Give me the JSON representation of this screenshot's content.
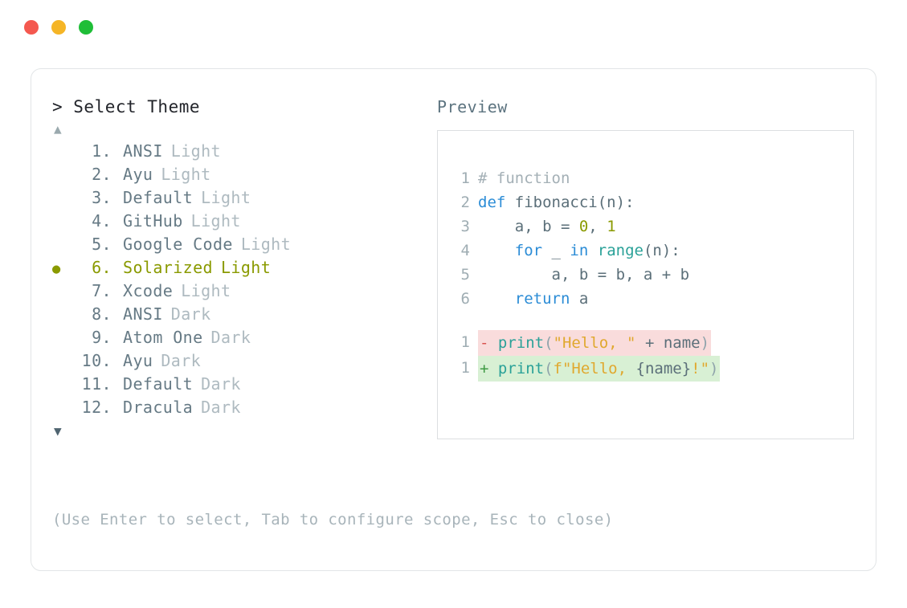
{
  "window": {
    "traffic_lights": [
      {
        "name": "close-button",
        "color": "#f4584f"
      },
      {
        "name": "minimize-button",
        "color": "#f5b526"
      },
      {
        "name": "maximize-button",
        "color": "#1fbe37"
      }
    ]
  },
  "chooser": {
    "prompt": "> Select Theme",
    "scroll_up_glyph": "▲",
    "scroll_down_glyph": "▼",
    "selected_index": 6,
    "selected_bullet": "●",
    "accent_color": "#8a9a00",
    "items": [
      {
        "index": "1.",
        "name": "ANSI",
        "variant": "Light",
        "selected": false
      },
      {
        "index": "2.",
        "name": "Ayu",
        "variant": "Light",
        "selected": false
      },
      {
        "index": "3.",
        "name": "Default",
        "variant": "Light",
        "selected": false
      },
      {
        "index": "4.",
        "name": "GitHub",
        "variant": "Light",
        "selected": false
      },
      {
        "index": "5.",
        "name": "Google Code",
        "variant": "Light",
        "selected": false
      },
      {
        "index": "6.",
        "name": "Solarized",
        "variant": "Light",
        "selected": true
      },
      {
        "index": "7.",
        "name": "Xcode",
        "variant": "Light",
        "selected": false
      },
      {
        "index": "8.",
        "name": "ANSI",
        "variant": "Dark",
        "selected": false
      },
      {
        "index": "9.",
        "name": "Atom One",
        "variant": "Dark",
        "selected": false
      },
      {
        "index": "10.",
        "name": "Ayu",
        "variant": "Dark",
        "selected": false
      },
      {
        "index": "11.",
        "name": "Default",
        "variant": "Dark",
        "selected": false
      },
      {
        "index": "12.",
        "name": "Dracula",
        "variant": "Dark",
        "selected": false
      }
    ]
  },
  "preview": {
    "label": "Preview",
    "code_lines": [
      {
        "no": "1",
        "tokens": [
          {
            "t": "# function",
            "c": "comment"
          }
        ]
      },
      {
        "no": "2",
        "tokens": [
          {
            "t": "def",
            "c": "kw"
          },
          {
            "t": " fibonacci(n):",
            "c": "plain"
          }
        ]
      },
      {
        "no": "3",
        "tokens": [
          {
            "t": "    a, b = ",
            "c": "plain"
          },
          {
            "t": "0",
            "c": "num"
          },
          {
            "t": ", ",
            "c": "plain"
          },
          {
            "t": "1",
            "c": "num"
          }
        ]
      },
      {
        "no": "4",
        "tokens": [
          {
            "t": "    ",
            "c": "plain"
          },
          {
            "t": "for",
            "c": "kw"
          },
          {
            "t": " _ ",
            "c": "plain"
          },
          {
            "t": "in",
            "c": "kw"
          },
          {
            "t": " ",
            "c": "plain"
          },
          {
            "t": "range",
            "c": "fn"
          },
          {
            "t": "(n):",
            "c": "plain"
          }
        ]
      },
      {
        "no": "5",
        "tokens": [
          {
            "t": "        a, b = b, a + b",
            "c": "plain"
          }
        ]
      },
      {
        "no": "6",
        "tokens": [
          {
            "t": "    ",
            "c": "plain"
          },
          {
            "t": "return",
            "c": "kw"
          },
          {
            "t": " a",
            "c": "plain"
          }
        ]
      }
    ],
    "diff_lines": [
      {
        "no": "1",
        "kind": "del",
        "sign": "-",
        "tokens": [
          {
            "t": "print",
            "c": "fn"
          },
          {
            "t": "(",
            "c": "punct"
          },
          {
            "t": "\"Hello, \"",
            "c": "str"
          },
          {
            "t": " + name",
            "c": "plain"
          },
          {
            "t": ")",
            "c": "punct"
          }
        ]
      },
      {
        "no": "1",
        "kind": "add",
        "sign": "+",
        "tokens": [
          {
            "t": "print",
            "c": "fn"
          },
          {
            "t": "(",
            "c": "punct"
          },
          {
            "t": "f\"Hello, ",
            "c": "str"
          },
          {
            "t": "{name}",
            "c": "plain"
          },
          {
            "t": "!\"",
            "c": "str"
          },
          {
            "t": ")",
            "c": "punct"
          }
        ]
      }
    ]
  },
  "footer": {
    "hint": "(Use Enter to select, Tab to configure scope, Esc to close)"
  }
}
